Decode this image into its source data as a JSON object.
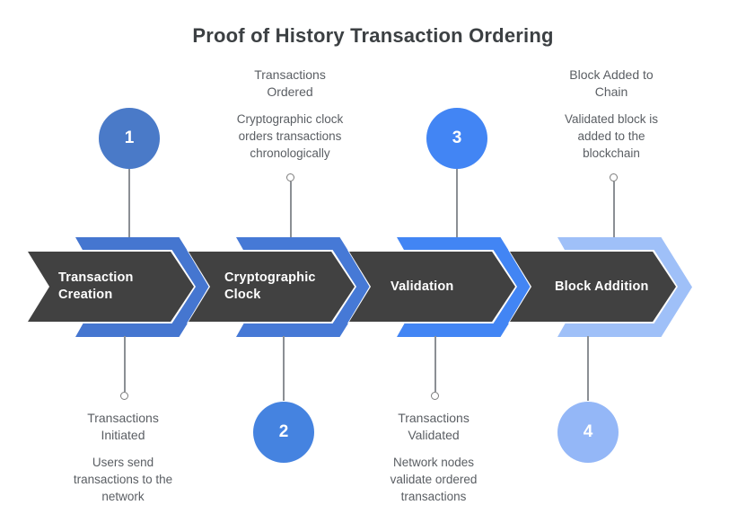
{
  "title": "Proof of History Transaction Ordering",
  "steps": [
    {
      "number": "1",
      "arrow_label": "Transaction Creation",
      "annotation_title": "Transactions Initiated",
      "annotation_desc": "Users send transactions to the network",
      "annotation_position": "bottom",
      "number_position": "top",
      "circle_color": "#4a7ac8",
      "chevron_color": "#4576d0"
    },
    {
      "number": "2",
      "arrow_label": "Cryptographic Clock",
      "annotation_title": "Transactions Ordered",
      "annotation_desc": "Cryptographic clock orders transactions chronologically",
      "annotation_position": "top",
      "number_position": "bottom",
      "circle_color": "#4583e0",
      "chevron_color": "#4679d6"
    },
    {
      "number": "3",
      "arrow_label": "Validation",
      "annotation_title": "Transactions Validated",
      "annotation_desc": "Network nodes validate ordered transactions",
      "annotation_position": "bottom",
      "number_position": "top",
      "circle_color": "#4285f4",
      "chevron_color": "#4285f4"
    },
    {
      "number": "4",
      "arrow_label": "Block Addition",
      "annotation_title": "Block Added to Chain",
      "annotation_desc": "Validated block is added to the blockchain",
      "annotation_position": "top",
      "number_position": "bottom",
      "circle_color": "#94b7f7",
      "chevron_color": "#9fc0f8"
    }
  ],
  "colors": {
    "arrow_body": "#414141",
    "title_text": "#3c4043",
    "annotation_text": "#5a5e63",
    "connector": "#8b8f94"
  }
}
